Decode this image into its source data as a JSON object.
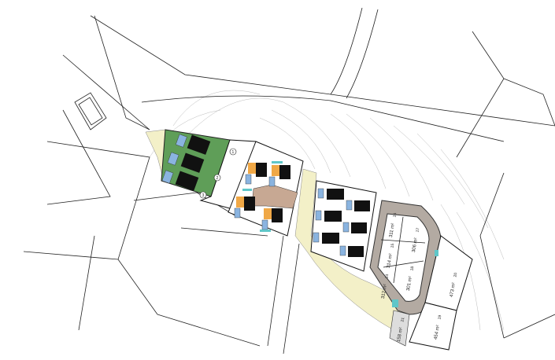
{
  "plan": {
    "colors": {
      "green_zone": "#5f9e58",
      "yellow_zone": "#f3f0c8",
      "road_gray": "#b3aaa2",
      "pool": "#8ab4e0",
      "garage": "#f0a846",
      "parking": "#5fc6c8",
      "court": "#c7a893"
    },
    "plots": [
      {
        "number": "1",
        "area": ""
      },
      {
        "number": "2",
        "area": ""
      },
      {
        "number": "3",
        "area": ""
      },
      {
        "number": "16",
        "area": "311 m²"
      },
      {
        "number": "17",
        "area": "306 m²"
      },
      {
        "number": "15",
        "area": "314 m²"
      },
      {
        "number": "18",
        "area": "301 m²"
      },
      {
        "number": "14",
        "area": "312 m²"
      },
      {
        "number": "20",
        "area": "473 m²"
      },
      {
        "number": "19",
        "area": "454 m²"
      },
      {
        "number": "21",
        "area": "158 m²"
      }
    ]
  }
}
